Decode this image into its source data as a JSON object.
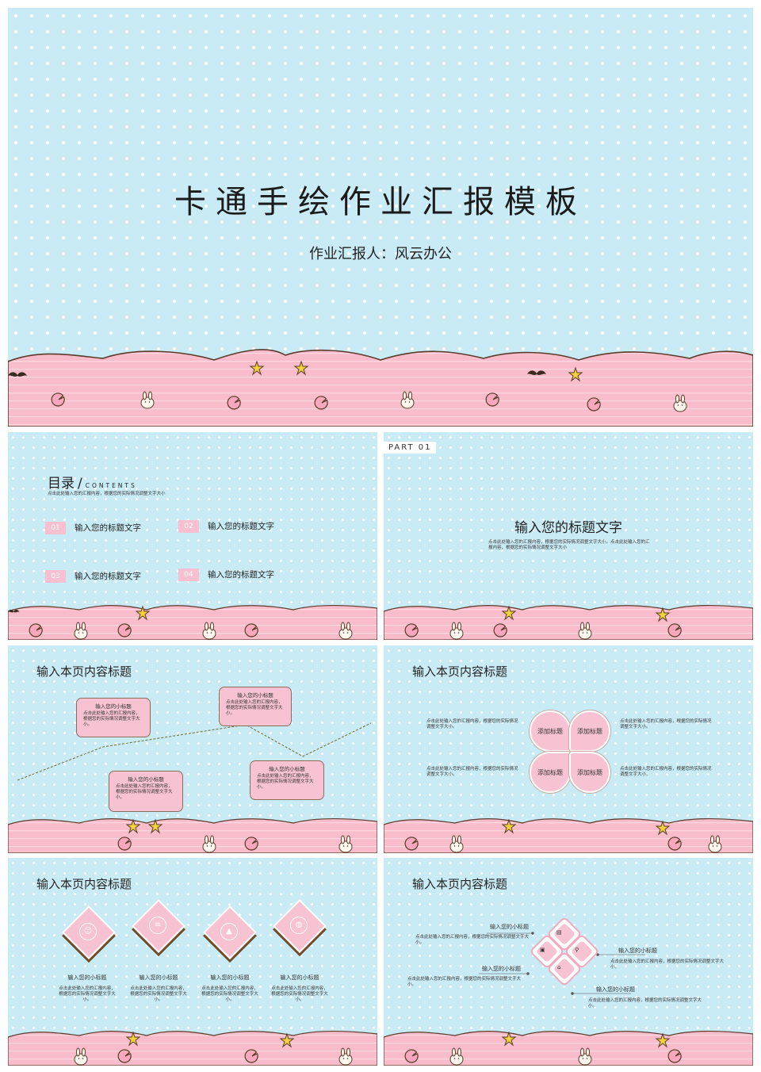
{
  "cover": {
    "title": "卡通手绘作业汇报模板",
    "subtitle": "作业汇报人：风云办公"
  },
  "toc": {
    "heading": "目录",
    "slash": "/",
    "heading_en": "CONTENTS",
    "note": "点击此处输入您的汇报内容，根据您的实际情况调整文字大小",
    "items": [
      {
        "num": "01",
        "label": "输入您的标题文字"
      },
      {
        "num": "02",
        "label": "输入您的标题文字"
      },
      {
        "num": "03",
        "label": "输入您的标题文字"
      },
      {
        "num": "04",
        "label": "输入您的标题文字"
      }
    ]
  },
  "part": {
    "tag": "PART  01",
    "title": "输入您的标题文字",
    "body": "点击此处输入您的汇报内容，根据您的实际情况调整文字大小。点击此处输入您的汇报内容，根据您的实际情况调整文字大小"
  },
  "slide3": {
    "title": "输入本页内容标题",
    "bubbles": [
      {
        "head": "输入您的小标题",
        "body": "点击此处输入您的汇报内容，根据您的实际情况调整文字大小。"
      },
      {
        "head": "输入您的小标题",
        "body": "点击此处输入您的汇报内容，根据您的实际情况调整文字大小。"
      },
      {
        "head": "输入您的小标题",
        "body": "点击此处输入您的汇报内容，根据您的实际情况调整文字大小。"
      },
      {
        "head": "输入您的小标题",
        "body": "点击此处输入您的汇报内容，根据您的实际情况调整文字大小。"
      }
    ]
  },
  "slide4": {
    "title": "输入本页内容标题",
    "petals": [
      "添加标题",
      "添加标题",
      "添加标题",
      "添加标题"
    ],
    "texts": [
      "点击此处输入您的汇报内容，根据您的实际情况调整文字大小。",
      "点击此处输入您的汇报内容，根据您的实际情况调整文字大小。",
      "点击此处输入您的汇报内容，根据您的实际情况调整文字大小。",
      "点击此处输入您的汇报内容，根据您的实际情况调整文字大小。"
    ]
  },
  "slide5": {
    "title": "输入本页内容标题",
    "items": [
      {
        "head": "输入您的小标题",
        "body": "点击此处输入您的汇报内容，根据您的实际情况调整文字大小。"
      },
      {
        "head": "输入您的小标题",
        "body": "点击此处输入您的汇报内容，根据您的实际情况调整文字大小。"
      },
      {
        "head": "输入您的小标题",
        "body": "点击此处输入您的汇报内容，根据您的实际情况调整文字大小。"
      },
      {
        "head": "输入您的小标题",
        "body": "点击此处输入您的汇报内容，根据您的实际情况调整文字大小。"
      }
    ]
  },
  "slide6": {
    "title": "输入本页内容标题",
    "items": [
      {
        "head": "输入您的小标题",
        "body": "点击此处输入您的汇报内容，根据您的实际情况调整文字大小。"
      },
      {
        "head": "输入您的小标题",
        "body": "点击此处输入您的汇报内容，根据您的实际情况调整文字大小。"
      },
      {
        "head": "输入您的小标题",
        "body": "点击此处输入您的汇报内容，根据您的实际情况调整文字大小。"
      },
      {
        "head": "输入您的小标题",
        "body": "点击此处输入您的汇报内容，根据您的实际情况调整文字大小。"
      }
    ]
  },
  "colors": {
    "sky": "#c8ebf6",
    "pink": "#f7c2d1",
    "outline": "#6e4b25"
  },
  "icons": [
    "mustache-icon",
    "star-hand-icon",
    "pacman-icon",
    "bunny-icon",
    "user-icon",
    "rocket-icon",
    "globe-icon",
    "document-icon",
    "search-icon",
    "home-icon"
  ]
}
